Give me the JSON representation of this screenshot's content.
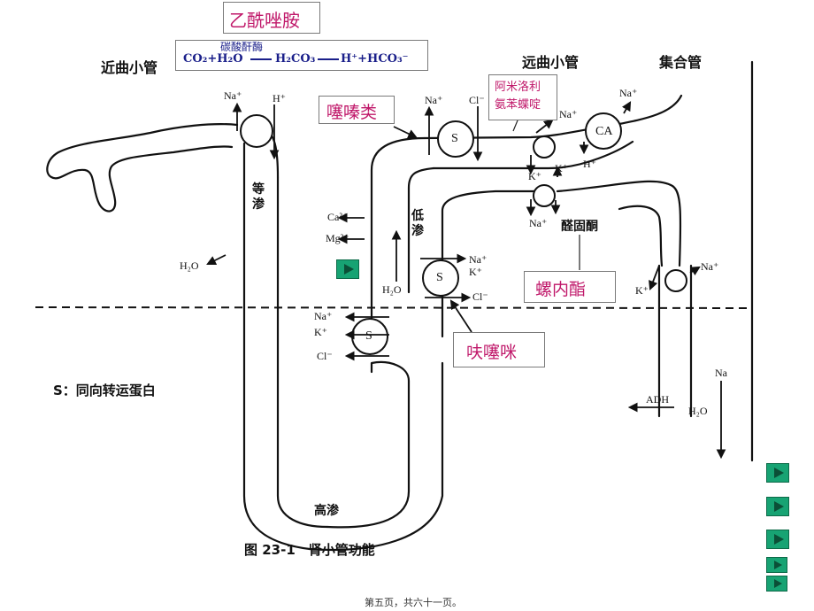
{
  "labels": {
    "proximal_tubule": "近曲小管",
    "distal_tubule": "远曲小管",
    "collecting_duct": "集合管",
    "figure_title": "图 23-1　肾小管功能",
    "symporter_note": "S：同向转运蛋白",
    "isotonic": "等渗",
    "hypotonic": "低渗",
    "hypertonic": "高渗",
    "aldosterone": "醛固酮",
    "footer": "第五页，共六十一页。"
  },
  "drugs": {
    "acetazolamide": "乙酰唑胺",
    "thiazides": "噻嗪类",
    "amiloride_triamterene": "阿米洛利\n氨苯蝶啶",
    "spironolactone": "螺内酯",
    "furosemide": "呋噻咪"
  },
  "reaction": {
    "enzyme": "碳酸酐酶",
    "left": "CO₂+H₂O",
    "middle": "H₂CO₃",
    "right": "H⁺+HCO₃⁻"
  },
  "ions": {
    "na": "Na⁺",
    "h": "H⁺",
    "cl": "Cl⁻",
    "k": "K⁺",
    "ca": "Ca²⁺",
    "mg": "Mg²⁺",
    "h2o": "H₂O",
    "na_plain": "Na",
    "adh": "ADH"
  },
  "transporters": {
    "s": "S",
    "ca": "CA"
  },
  "colors": {
    "drug_text": "#c0186a",
    "reaction_text": "#1a1f8a",
    "nav_button": "#17a373"
  }
}
